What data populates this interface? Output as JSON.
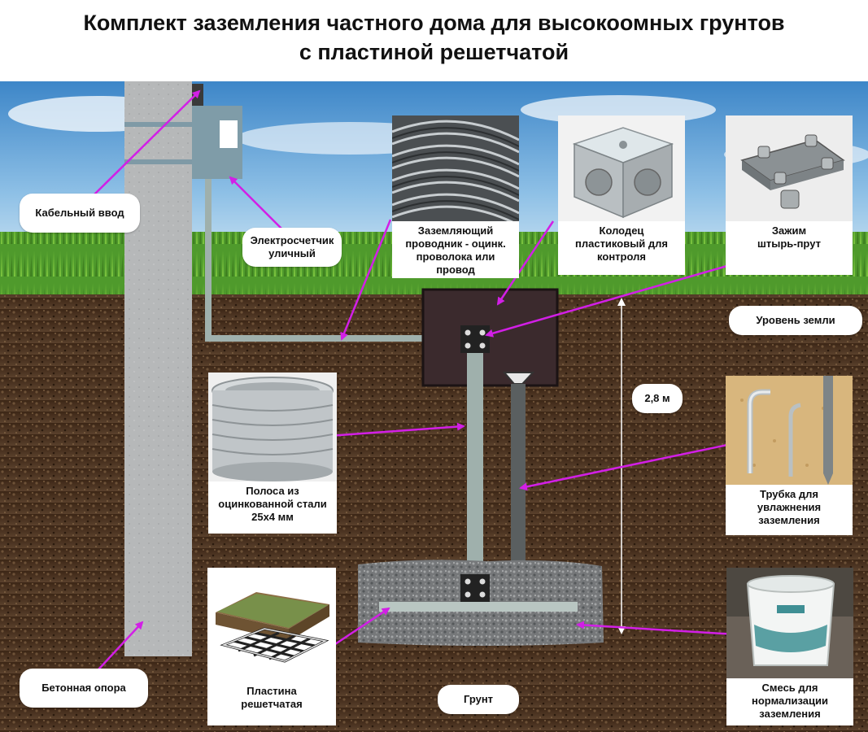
{
  "title": {
    "line1": "Комплект заземления частного дома для высокоомных грунтов",
    "line2": "с пластиной решетчатой"
  },
  "labels": {
    "cable_input": "Кабельный ввод",
    "meter": [
      "Электросчетчик",
      "уличный"
    ],
    "conductor": [
      "Заземляющий",
      "проводник - оцинк.",
      "проволока или",
      "провод"
    ],
    "well": [
      "Колодец",
      "пластиковый для",
      "контроля"
    ],
    "clamp": [
      "Зажим",
      "штырь-прут"
    ],
    "ground_level": "Уровень земли",
    "depth": "2,8 м",
    "strip": [
      "Полоса из",
      "оцинкованной стали",
      "25х4 мм"
    ],
    "tube": [
      "Трубка для",
      "увлажнения",
      "заземления"
    ],
    "pole": "Бетонная опора",
    "plate": [
      "Пластина",
      "решетчатая"
    ],
    "soil": "Грунт",
    "mix": [
      "Смесь для",
      "нормализации",
      "заземления"
    ]
  },
  "colors": {
    "sky": "#5b9fd6",
    "grass": "#4f9a2c",
    "soil": "#4a3322",
    "pole": "#b9bbbc",
    "steel": "#9fb0ac",
    "well": "#3b2a2d",
    "arrow": "#d21fe6",
    "gravel": "#7b7d7c"
  },
  "icons": {
    "conductor_photo": "wire-coil-icon",
    "well_photo": "plastic-well-icon",
    "clamp_photo": "clamp-icon",
    "strip_photo": "steel-strip-roll-icon",
    "tube_photo": "moisture-tube-icon",
    "plate_photo": "grid-plate-icon",
    "mix_photo": "mix-bucket-icon"
  }
}
